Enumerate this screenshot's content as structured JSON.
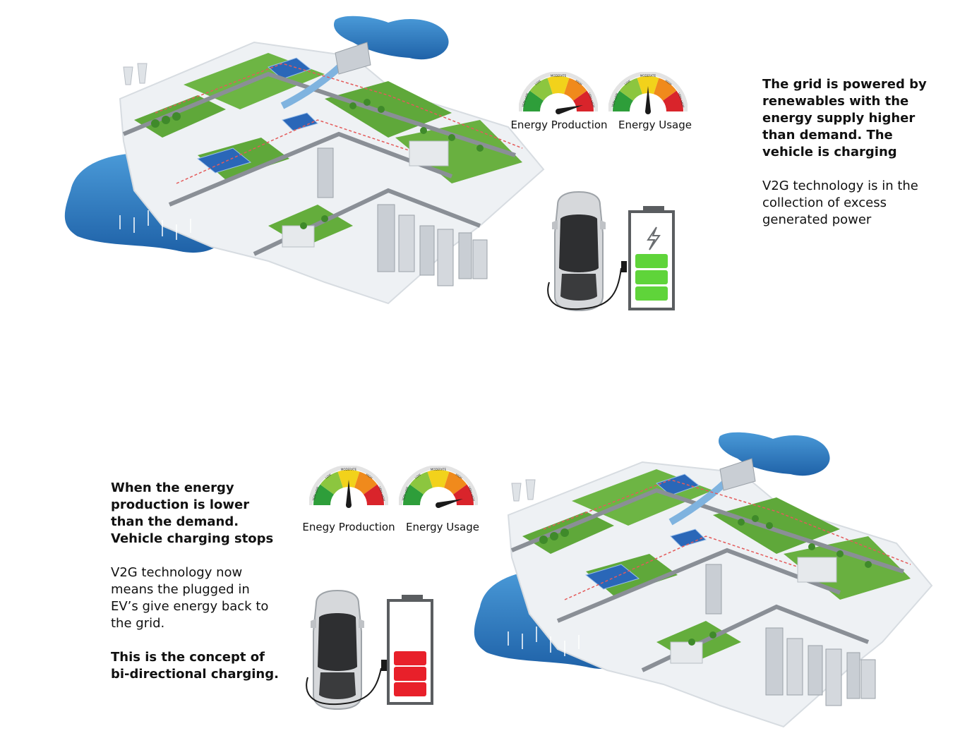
{
  "top": {
    "gauges": [
      {
        "label": "Energy Production",
        "scale": [
          "VERY LOW",
          "LOW",
          "MODERATE",
          "HIGH",
          "VERY HIGH"
        ],
        "level": 0.92
      },
      {
        "label": "Energy Usage",
        "scale": [
          "VERY LOW",
          "LOW",
          "MODERATE",
          "HIGH",
          "VERY HIGH"
        ],
        "level": 0.5
      }
    ],
    "battery": {
      "state": "charging",
      "filled_bars": 3,
      "color": "#5fd43a",
      "icon": "lightning-bolt-icon"
    },
    "heading": "The grid is powered by renewables with the energy supply higher than demand. The vehicle is charging",
    "body": "V2G technology is in the collection of excess generated power"
  },
  "bottom": {
    "gauges": [
      {
        "label": "Enegy Production",
        "scale": [
          "VERY LOW",
          "LOW",
          "MODERATE",
          "HIGH",
          "VERY HIGH"
        ],
        "level": 0.5
      },
      {
        "label": "Energy Usage",
        "scale": [
          "VERY LOW",
          "LOW",
          "MODERATE",
          "HIGH",
          "VERY HIGH"
        ],
        "level": 0.92
      }
    ],
    "battery": {
      "state": "discharging",
      "filled_bars": 3,
      "color": "#e8202a"
    },
    "heading": "When the energy production is lower than the demand.  Vehicle charging stops",
    "body": "V2G technology now means the plugged in EV’s give energy back to the grid.",
    "conclusion": "This is the concept of bi-directional charging."
  },
  "colors": {
    "water": "#2f7fc4",
    "land": "#e9edf0",
    "grass": "#5fa83a",
    "road": "#8a8f96",
    "building": "#c9ced4"
  }
}
